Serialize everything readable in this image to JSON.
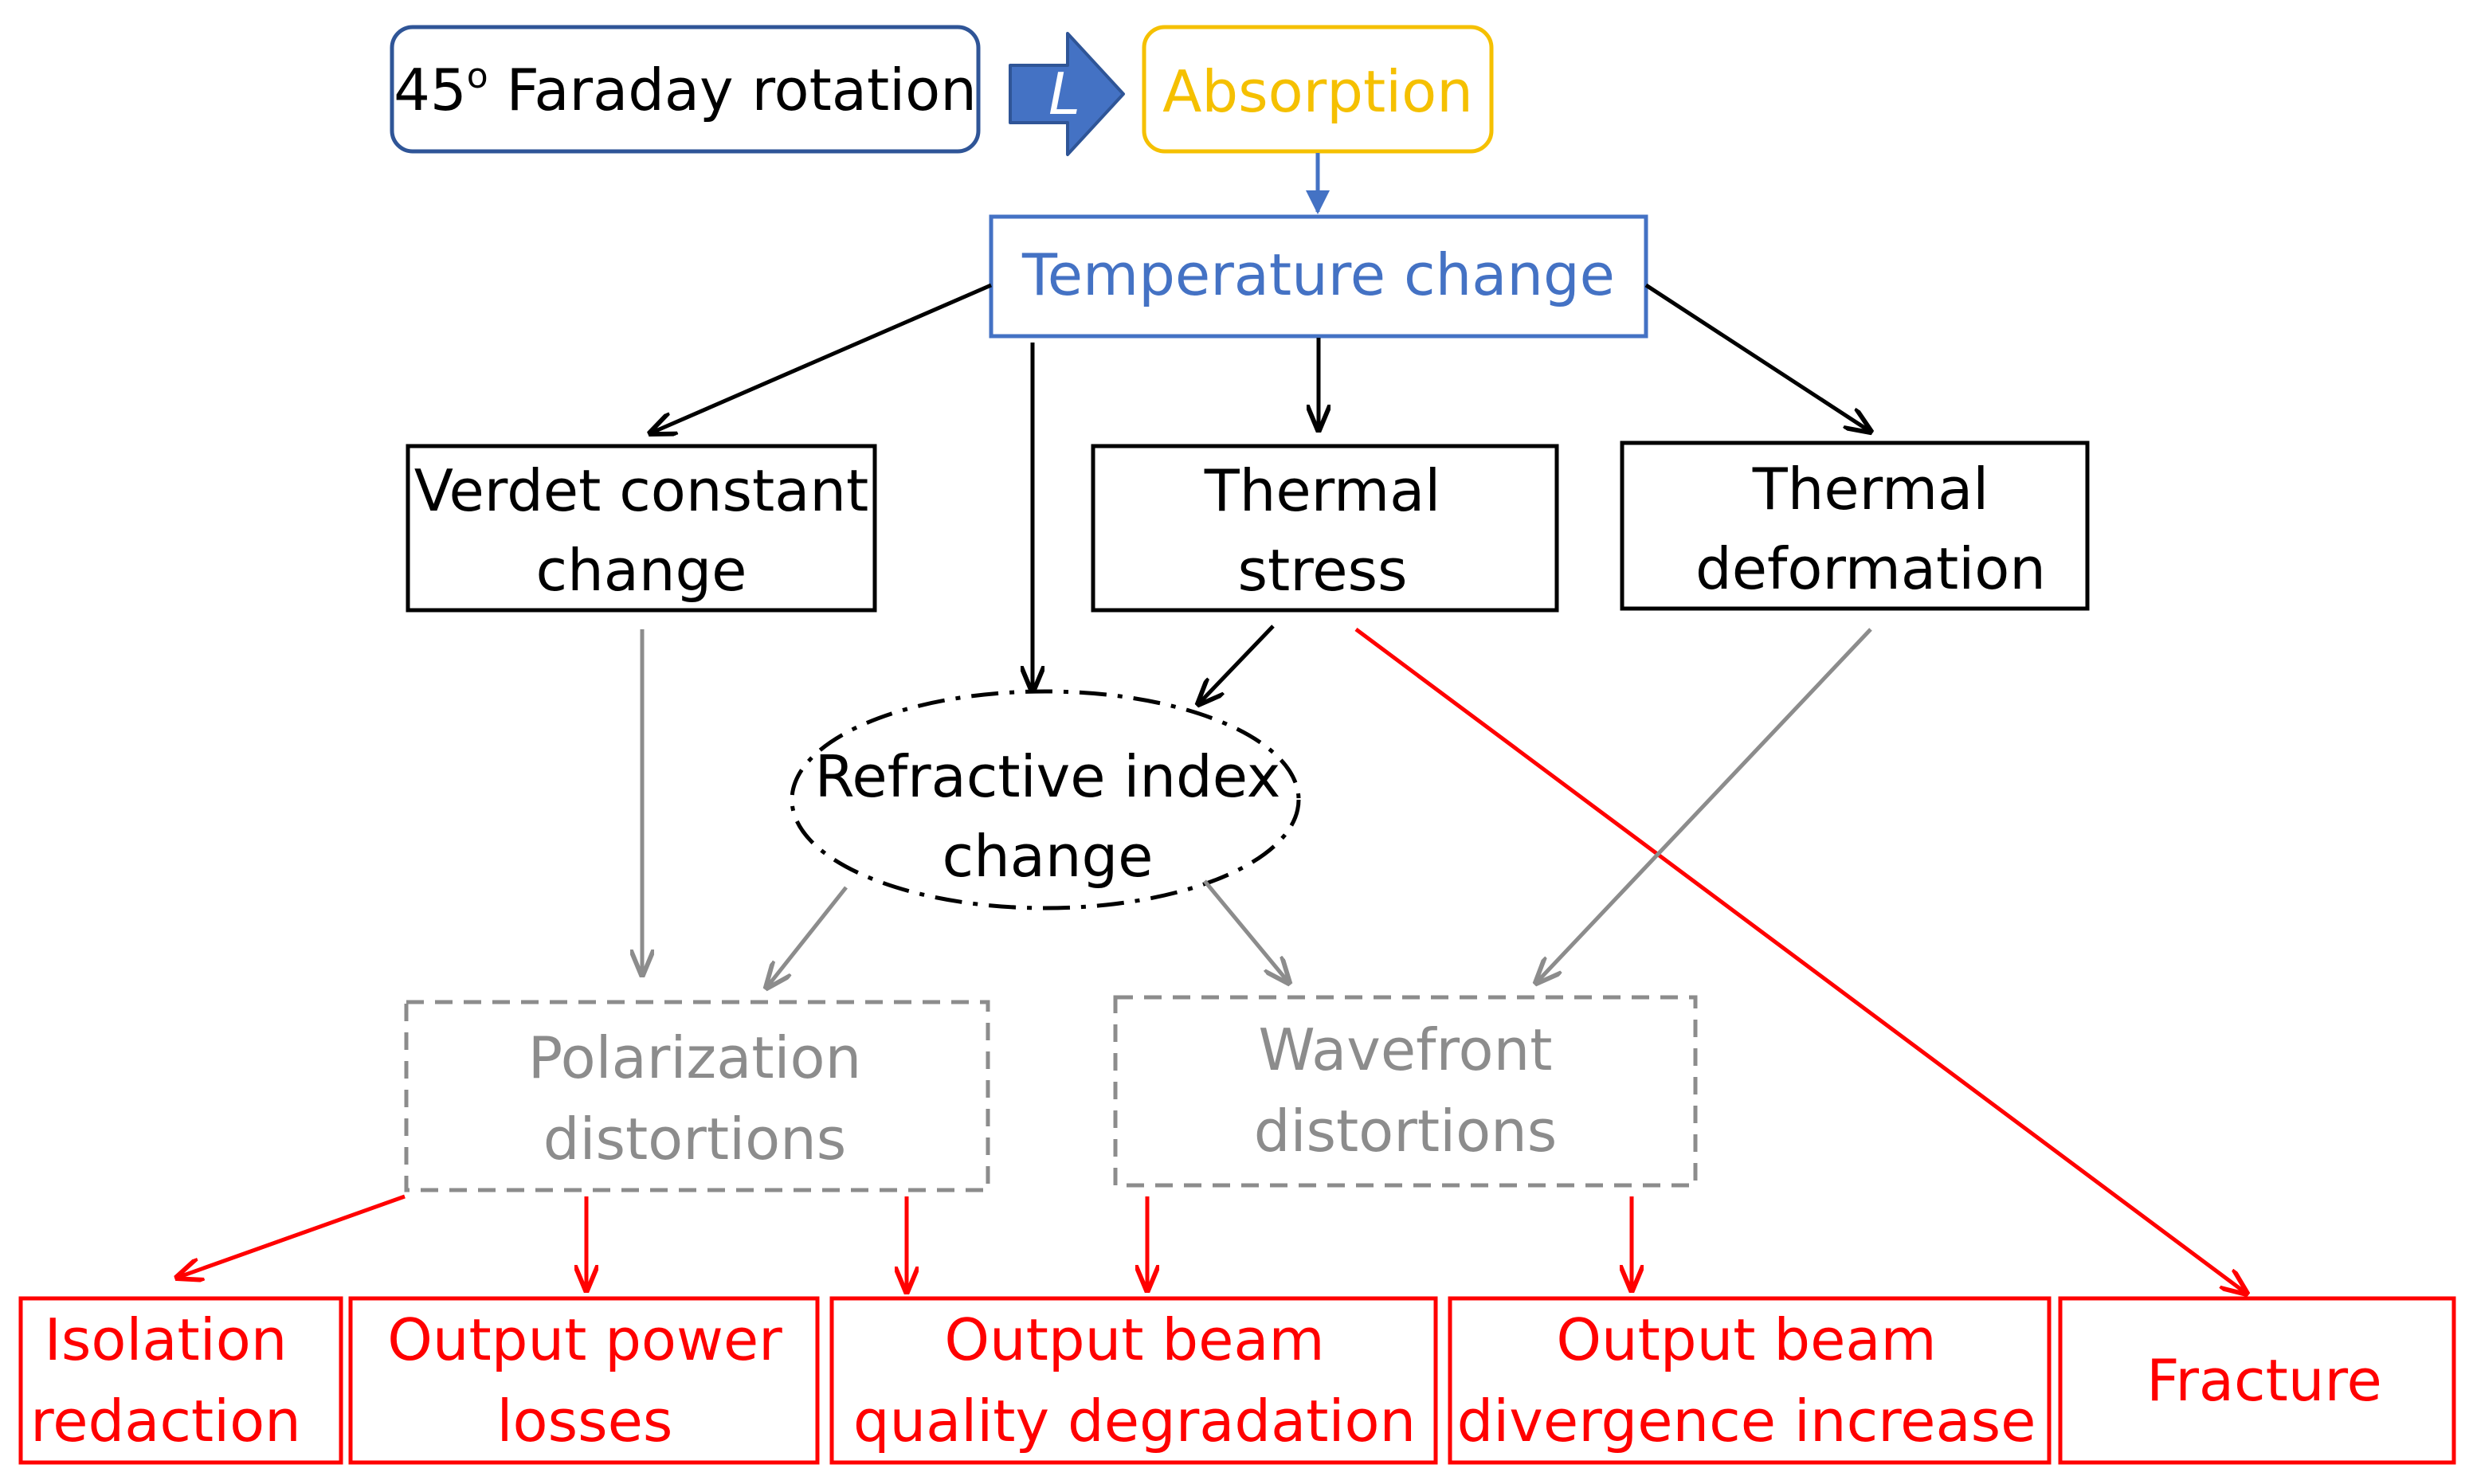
{
  "colors": {
    "navy": "#2f5597",
    "blue": "#4472c4",
    "gold": "#f5c000",
    "black": "#000000",
    "gray": "#8c8c8c",
    "red": "#ff0000"
  },
  "nodes": {
    "faraday": {
      "label": "45",
      "superscript": "o",
      "label_rest": " Faraday rotation"
    },
    "connector_label": "L",
    "absorption": {
      "label": "Absorption"
    },
    "temperature": {
      "label": "Temperature change"
    },
    "verdet": {
      "line1": "Verdet constant",
      "line2": "change"
    },
    "stress": {
      "line1": "Thermal",
      "line2": "stress"
    },
    "deformation": {
      "line1": "Thermal",
      "line2": "deformation"
    },
    "refractive": {
      "line1": "Refractive index",
      "line2": "change"
    },
    "polarization": {
      "line1": "Polarization",
      "line2": "distortions"
    },
    "wavefront": {
      "line1": "Wavefront",
      "line2": "distortions"
    },
    "isolation": {
      "line1": "Isolation",
      "line2": "redaction"
    },
    "power": {
      "line1": "Output power",
      "line2": "losses"
    },
    "quality": {
      "line1": "Output beam",
      "line2": "quality degradation"
    },
    "divergence": {
      "line1": "Output beam",
      "line2": "divergence increase"
    },
    "fracture": {
      "label": "Fracture"
    }
  }
}
